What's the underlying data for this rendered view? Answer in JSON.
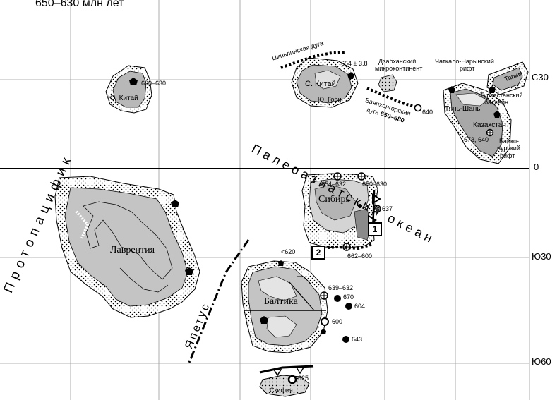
{
  "title": "650–630 млн лет",
  "latitudes": [
    "С30",
    "0",
    "Ю30",
    "Ю60"
  ],
  "oceans": {
    "protopacific": "Протопацифик",
    "paleoasian": "Палеоазиатский океан",
    "iapetus": "Япетус"
  },
  "continents": {
    "laurentia": "Лаврентия",
    "baltica": "Балтика",
    "siberia": "Сибирь",
    "s_china": "Ю. Китай",
    "n_china": "С. Китай",
    "tarim": "Тарим",
    "tianshan": "Тянь-Шань",
    "kazakhstan": "Казахстан",
    "scythia": "Скифия"
  },
  "labels": {
    "qinling_arc": "Циньлинская дуга",
    "gobi": "Ю. Гоби",
    "dzabkhan_1": "Дзабханский",
    "dzabkhan_2": "микроконтинент",
    "chatkal_1": "Чаткало-Нарынский",
    "chatkal_2": "рифт",
    "turkestan_1": "Туркестанский",
    "turkestan_2": "бассейн",
    "bayankhongor_1": "Баянхонгорская",
    "bayankhongor_2": "дуга",
    "bayankhongor_age": "650–680",
    "baikonur_1": "Байко-",
    "baikonur_2": "нурский",
    "baikonur_3": "рифт"
  },
  "ages": {
    "s_china": "600–630",
    "n_china": "654 ± 3.8",
    "dzabkhan": "640",
    "kazakh": "673, 640",
    "sib_w": "654–632",
    "sib_e": "650–630",
    "sib_637": "637",
    "sib_s": "662–600",
    "balt_620": "<620",
    "balt_639": "639–632",
    "balt_670": "670",
    "balt_604": "604",
    "balt_600": "600",
    "balt_643": "643",
    "scythia": "625"
  },
  "markers": {
    "box1": "1",
    "box2": "2"
  },
  "colors": {
    "land": "#c8c8c8",
    "shelf": "#ffffff",
    "dark": "#8a8a8a",
    "line": "#000000",
    "grid": "#808080"
  }
}
